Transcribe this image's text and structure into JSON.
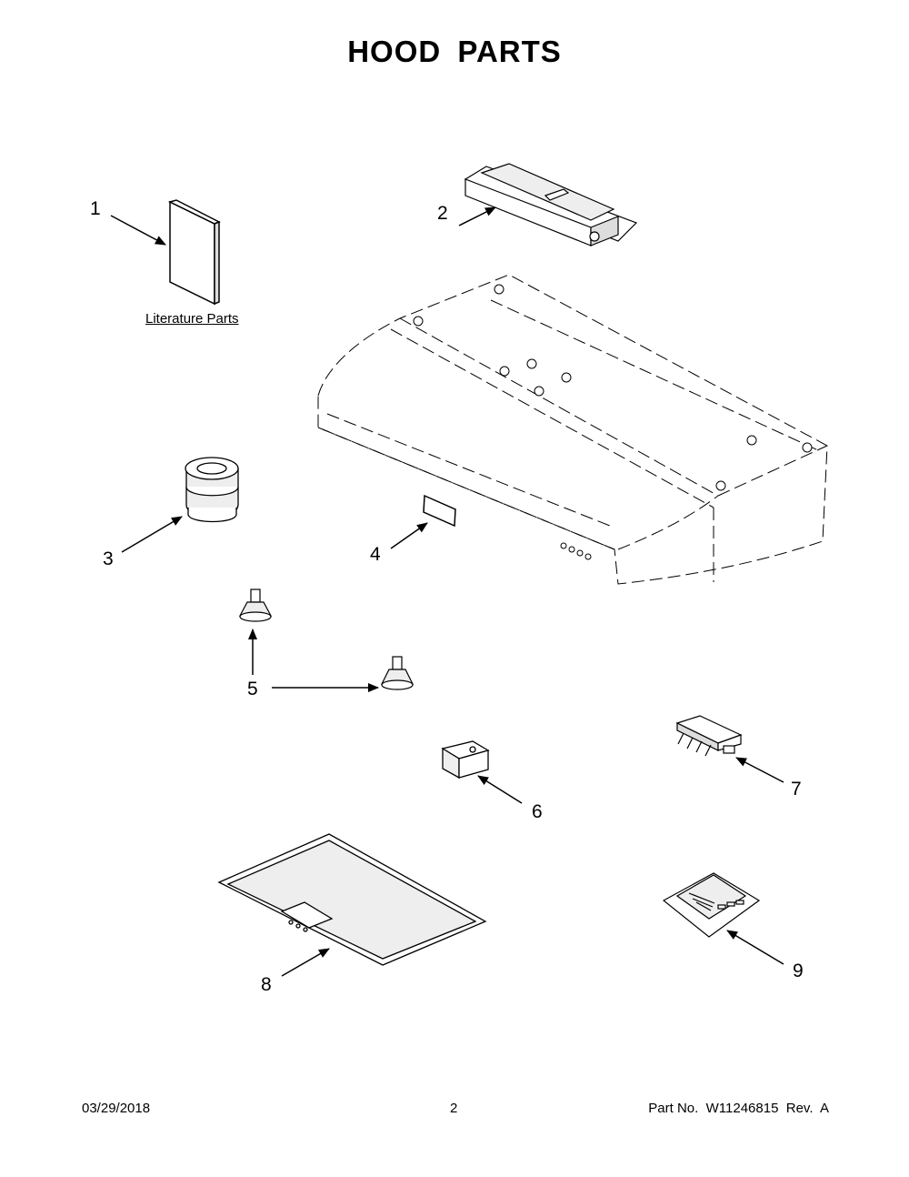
{
  "title": "HOOD PARTS",
  "literature_label": "Literature Parts",
  "callouts": [
    "1",
    "2",
    "3",
    "4",
    "5",
    "6",
    "7",
    "8",
    "9"
  ],
  "footer": {
    "date": "03/29/2018",
    "page": "2",
    "part_number": "Part No.  W11246815  Rev.  A"
  }
}
